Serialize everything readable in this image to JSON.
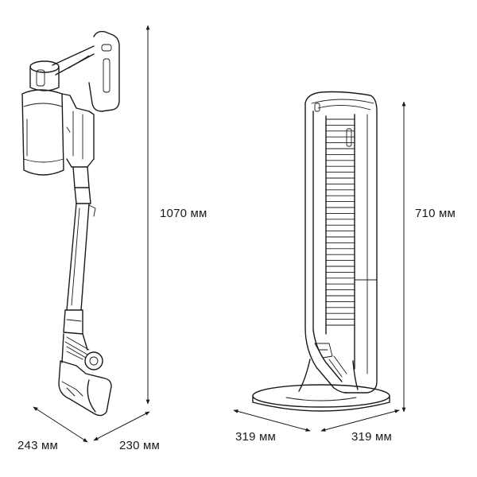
{
  "vacuum": {
    "height_label": "1070 мм",
    "depth_label": "243 мм",
    "width_label": "230 мм"
  },
  "fan": {
    "height_label": "710 мм",
    "depth_label": "319 мм",
    "width_label": "319 мм"
  }
}
